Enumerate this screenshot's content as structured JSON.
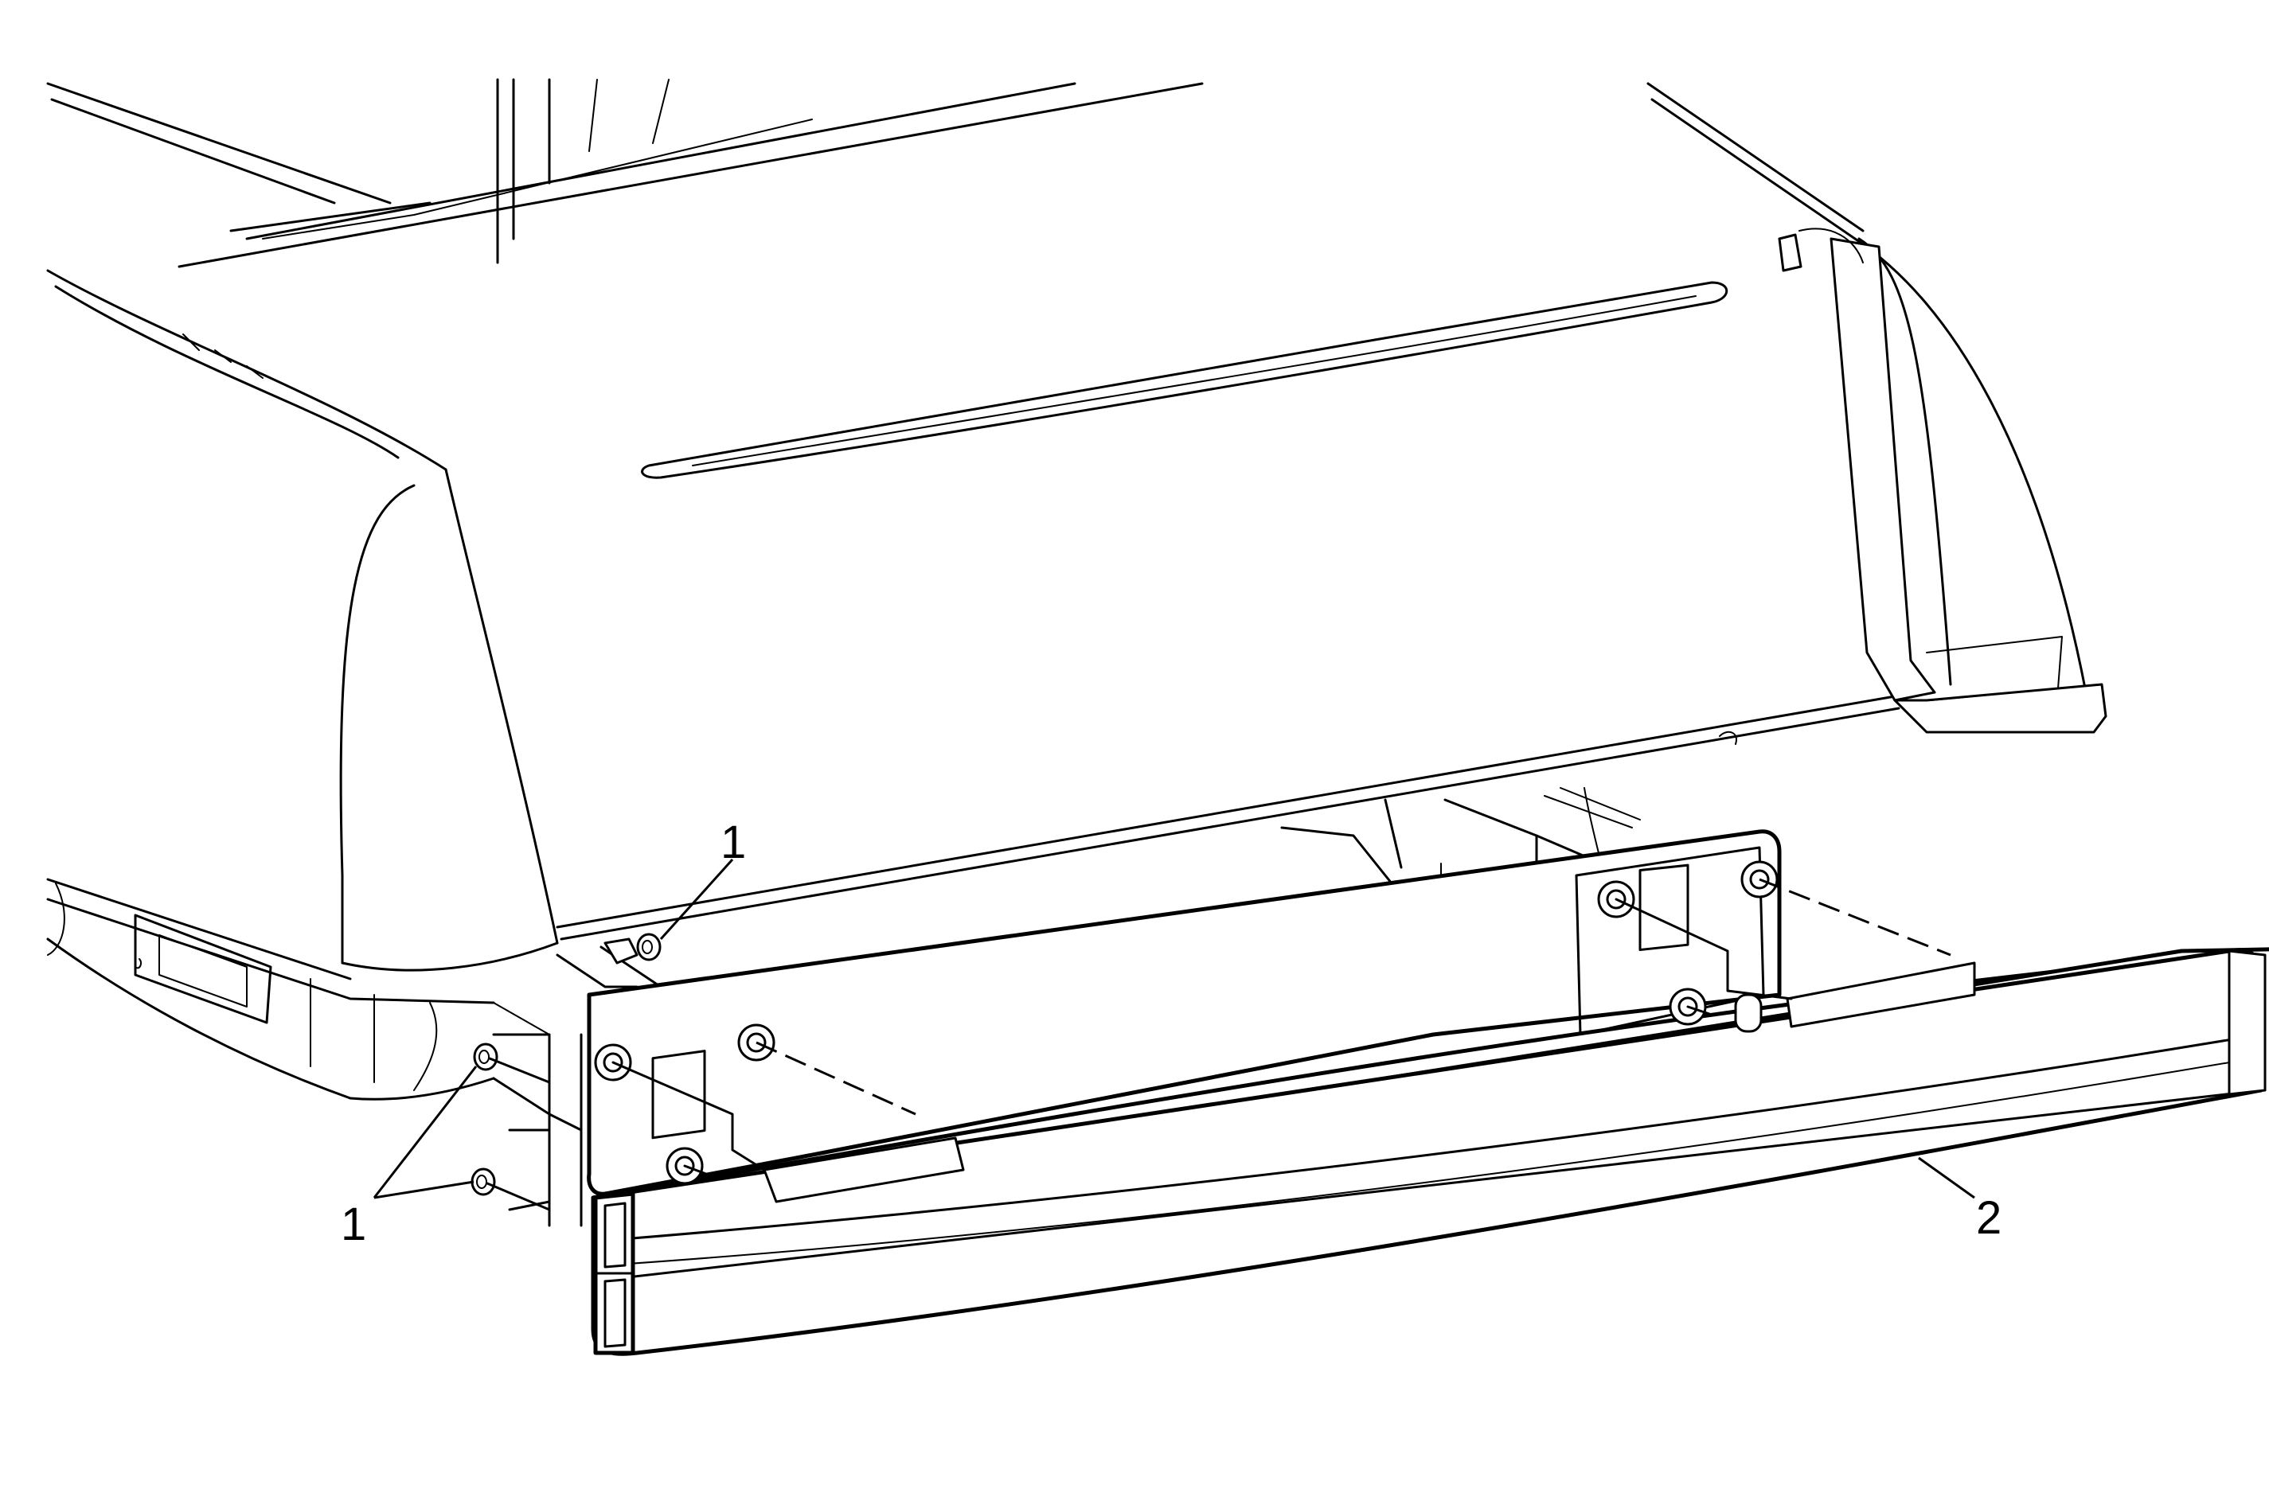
{
  "callouts": [
    {
      "id": "callout-1-top",
      "label": "1"
    },
    {
      "id": "callout-1-bottom",
      "label": "1"
    },
    {
      "id": "callout-2",
      "label": "2"
    }
  ],
  "colors": {
    "line": "#000000",
    "background": "#ffffff"
  }
}
